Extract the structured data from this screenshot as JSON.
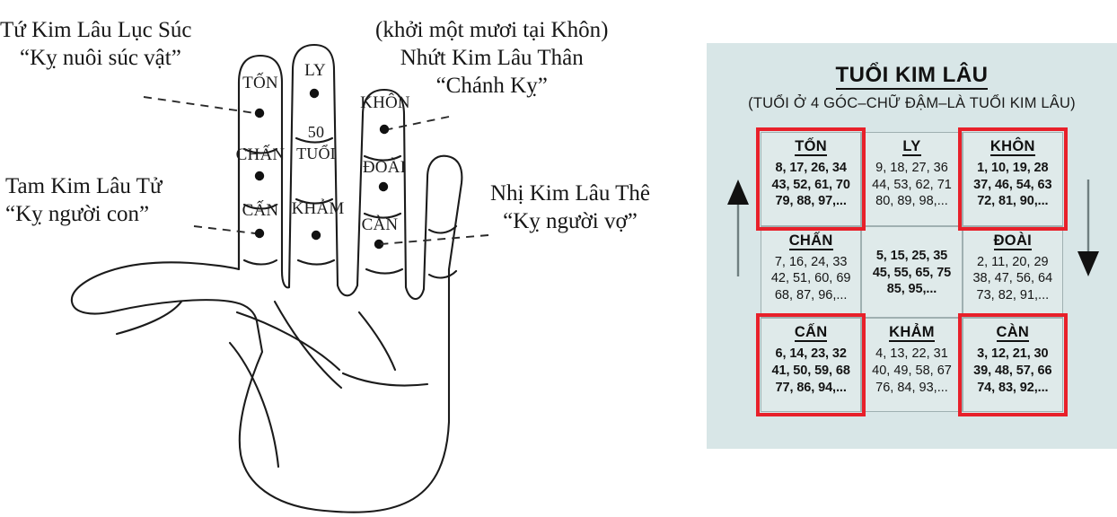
{
  "hand_diagram": {
    "annotations": [
      {
        "id": "tu",
        "line1": "Tứ Kim Lâu Lục Súc",
        "line2": "“Kỵ nuôi súc vật”"
      },
      {
        "id": "tam",
        "line1": "Tam Kim Lâu Tử",
        "line2": "“Kỵ người con”"
      },
      {
        "id": "nhut",
        "line0": "(khởi một mươi tại Khôn)",
        "line1": "Nhứt Kim Lâu Thân",
        "line2": "“Chánh Kỵ”"
      },
      {
        "id": "nhi",
        "line1": "Nhị Kim Lâu Thê",
        "line2": "“Kỵ người vợ”"
      }
    ],
    "finger_labels": {
      "index_top": "TỐN",
      "index_mid": "CHẤN",
      "index_bottom": "CẤN",
      "middle_top": "LY",
      "middle_mid_l1": "50",
      "middle_mid_l2": "TUỔI",
      "middle_bottom": "KHẢM",
      "ring_top": "KHÔN",
      "ring_mid": "ĐOÀI",
      "ring_bottom": "CÀN"
    }
  },
  "table_panel": {
    "title": "TUỔI KIM LÂU",
    "subtitle": "(TUỔI Ở 4 GÓC–CHỮ ĐẬM–LÀ TUỔI KIM LÂU)",
    "background_color": "#d8e6e7",
    "highlight_color": "#e8202a",
    "arrows": {
      "left": "arrow-up",
      "right": "arrow-down"
    },
    "cells": [
      {
        "head": "TỐN",
        "highlighted": true,
        "lines": [
          "8, 17, 26, 34",
          "43, 52, 61, 70",
          "79, 88, 97,..."
        ]
      },
      {
        "head": "LY",
        "highlighted": false,
        "lines": [
          "9, 18, 27, 36",
          "44, 53, 62, 71",
          "80, 89, 98,..."
        ]
      },
      {
        "head": "KHÔN",
        "highlighted": true,
        "lines": [
          "1, 10, 19, 28",
          "37, 46, 54, 63",
          "72, 81, 90,..."
        ]
      },
      {
        "head": "CHẤN",
        "highlighted": false,
        "lines": [
          "7, 16, 24, 33",
          "42, 51, 60, 69",
          "68, 87, 96,..."
        ]
      },
      {
        "head": "",
        "highlighted": false,
        "bold": true,
        "lines": [
          "5, 15, 25, 35",
          "45, 55, 65, 75",
          "85, 95,..."
        ]
      },
      {
        "head": "ĐOÀI",
        "highlighted": false,
        "lines": [
          "2, 11, 20, 29",
          "38, 47, 56, 64",
          "73, 82, 91,..."
        ]
      },
      {
        "head": "CẤN",
        "highlighted": true,
        "lines": [
          "6, 14, 23, 32",
          "41, 50, 59, 68",
          "77, 86, 94,..."
        ]
      },
      {
        "head": "KHẢM",
        "highlighted": false,
        "lines": [
          "4, 13, 22, 31",
          "40, 49, 58, 67",
          "76, 84, 93,..."
        ]
      },
      {
        "head": "CÀN",
        "highlighted": true,
        "lines": [
          "3, 12, 21, 30",
          "39, 48, 57, 66",
          "74, 83, 92,..."
        ]
      }
    ]
  }
}
